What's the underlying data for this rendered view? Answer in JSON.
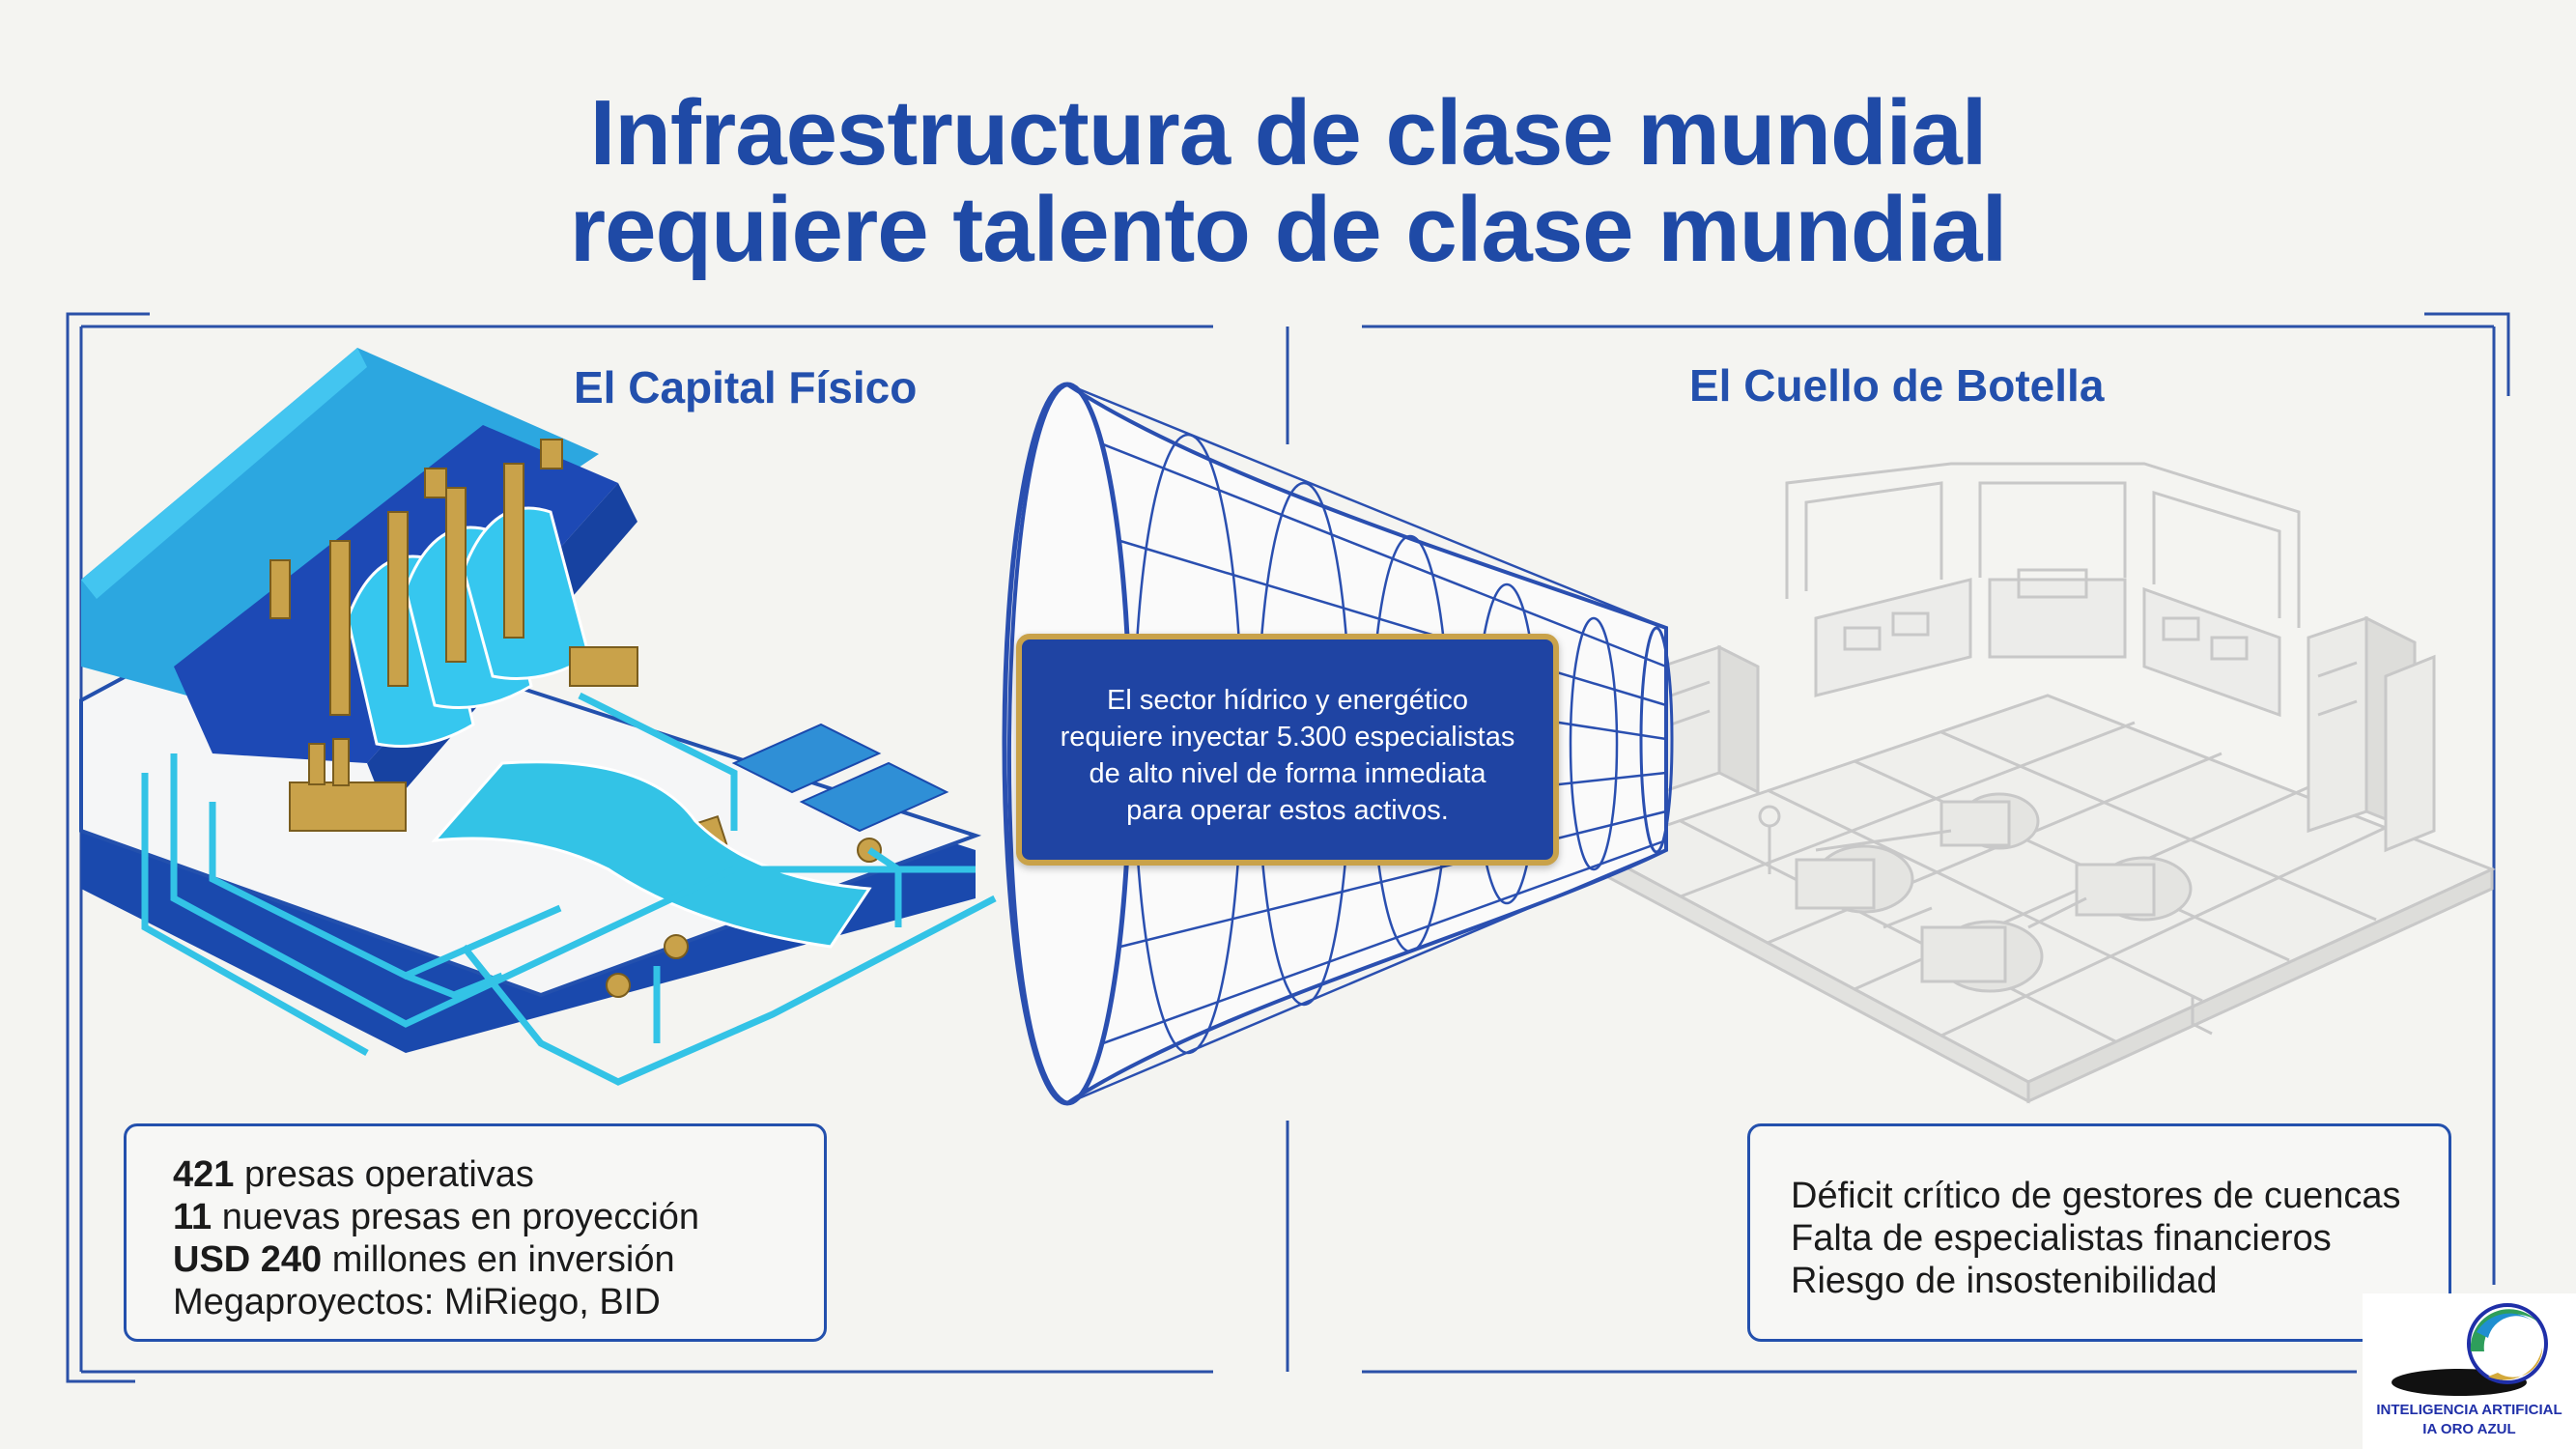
{
  "title": {
    "line1": "Infraestructura de clase mundial",
    "line2": "requiere talento de clase mundial"
  },
  "left_panel": {
    "label": "El Capital Físico",
    "stats": [
      {
        "bold": "421",
        "text": " presas operativas"
      },
      {
        "bold": "11",
        "text": " nuevas presas en proyección"
      },
      {
        "bold": "USD 240",
        "text": " millones en inversión"
      },
      {
        "bold": "",
        "text": "Megaproyectos: MiRiego, BID"
      }
    ]
  },
  "right_panel": {
    "label": "El Cuello de Botella",
    "stats": [
      "Déficit crítico de gestores de cuencas",
      "Falta de especialistas financieros",
      "Riesgo de insostenibilidad"
    ]
  },
  "callout": {
    "lines": [
      "El sector hídrico y energético",
      "requiere inyectar 5.300 especialistas",
      "de alto nivel de forma inmediata",
      "para operar estos activos."
    ]
  },
  "logo": {
    "line1": "INTELIGENCIA ARTIFICIAL",
    "line2": "IA ORO AZUL"
  },
  "colors": {
    "primary_blue": "#1f4aa6",
    "accent_gold": "#c9a24a",
    "water_cyan": "#33c3e6",
    "frame_line": "#2350ad"
  }
}
